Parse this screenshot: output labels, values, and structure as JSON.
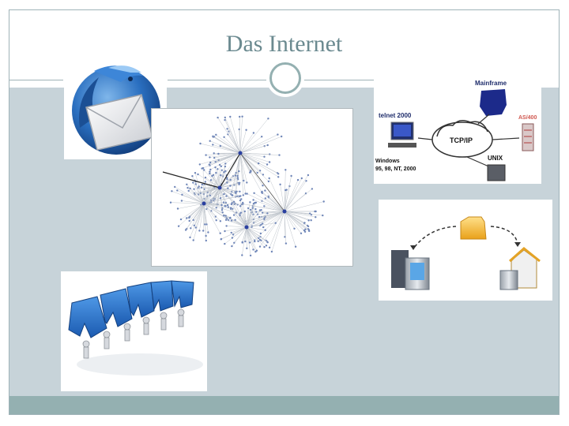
{
  "slide": {
    "title": "Das Internet"
  },
  "protocol": {
    "mainframe": "Mainframe",
    "telnet": "telnet 2000",
    "as400": "AS/400",
    "tcpip": "TCP/IP",
    "unix": "UNIX",
    "windows_line1": "Windows",
    "windows_line2": "95, 98, NT, 2000"
  },
  "colors": {
    "title": "#6b8a90",
    "content_bg": "#c7d3d9",
    "footer": "#94b0b1",
    "rule": "#9fb3b8"
  },
  "icons": [
    "thunderbird-mail-icon",
    "network-graph",
    "tcpip-diagram",
    "file-transfer-icon",
    "www-letters-image"
  ]
}
